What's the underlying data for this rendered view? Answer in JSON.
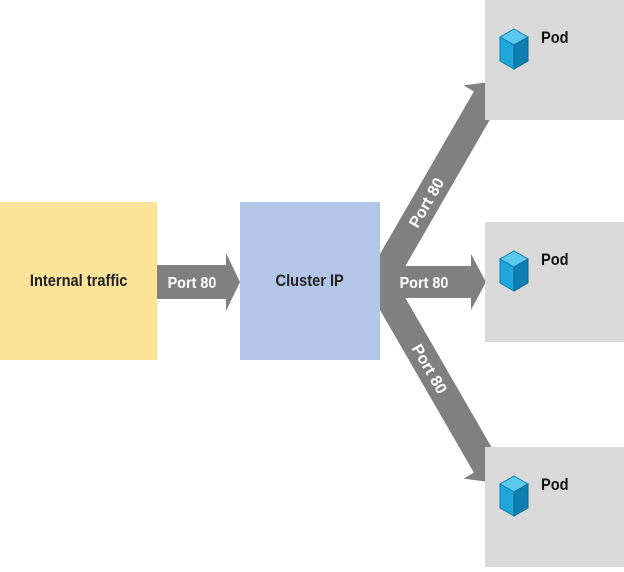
{
  "nodes": {
    "source": {
      "label": "Internal traffic"
    },
    "cluster": {
      "label": "Cluster IP"
    }
  },
  "pods": [
    {
      "label": "Pod"
    },
    {
      "label": "Pod"
    },
    {
      "label": "Pod"
    }
  ],
  "edges": [
    {
      "label": "Port 80"
    },
    {
      "label": "Port 80"
    },
    {
      "label": "Port 80"
    },
    {
      "label": "Port 80"
    }
  ],
  "colors": {
    "source_fill": "#fbe49a",
    "cluster_fill": "#b4c6e7",
    "pod_fill": "#d9d9d9",
    "arrow_fill": "#808080",
    "icon_light": "#5bc8ef",
    "icon_mid": "#1fa6d8",
    "icon_dark": "#0f7fb2"
  },
  "icons": {
    "pod": "cube-icon"
  }
}
